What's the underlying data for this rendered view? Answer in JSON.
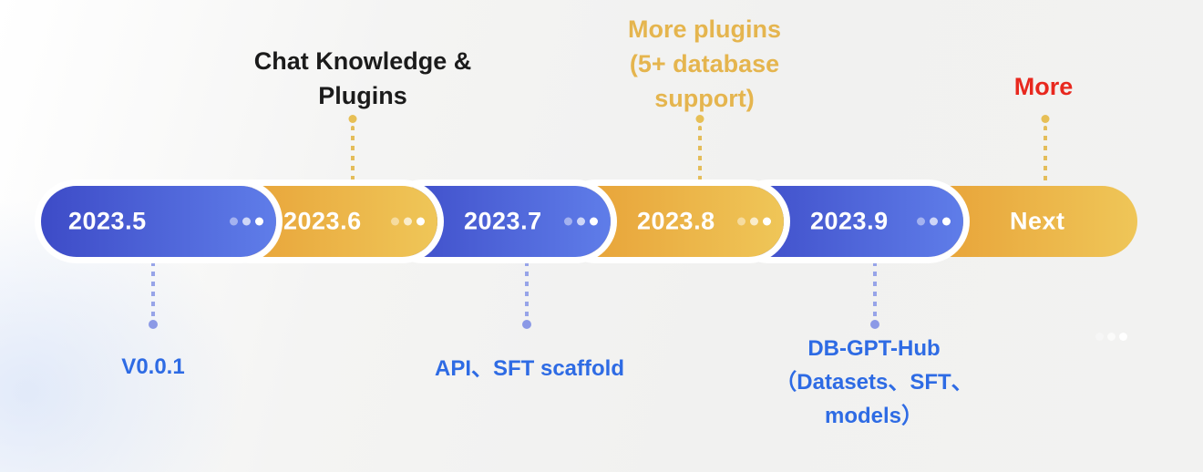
{
  "timeline": {
    "segments": [
      {
        "label": "2023.5",
        "style": "blue",
        "has_dots": true
      },
      {
        "label": "2023.6",
        "style": "yellow",
        "has_dots": true
      },
      {
        "label": "2023.7",
        "style": "blue",
        "has_dots": true
      },
      {
        "label": "2023.8",
        "style": "yellow",
        "has_dots": true
      },
      {
        "label": "2023.9",
        "style": "blue",
        "has_dots": true
      },
      {
        "label": "Next",
        "style": "yellow",
        "has_dots": false
      }
    ]
  },
  "annotations_above": [
    {
      "text": "Chat Knowledge &\nPlugins"
    },
    {
      "text": "More plugins\n(5+ database\nsupport)"
    },
    {
      "text": "More"
    }
  ],
  "annotations_below": [
    {
      "text": "V0.0.1"
    },
    {
      "text": "API、SFT scaffold"
    },
    {
      "text": "DB-GPT-Hub\n（Datasets、SFT、\nmodels）"
    }
  ],
  "colors": {
    "blue-left": "#3d4bc7",
    "blue-right": "#5f7de9",
    "yellow-left": "#e79f35",
    "yellow-right": "#efc658",
    "gold-dash": "#e4bd5a",
    "gold-dot": "#e7bf55",
    "peri-dash": "#97a4e8",
    "peri-dot": "#8b99e6",
    "annotation-black": "#1b1b1b",
    "annotation-gold": "#e5b54e",
    "annotation-red": "#e8281e",
    "annotation-blue": "#2e6be4"
  }
}
